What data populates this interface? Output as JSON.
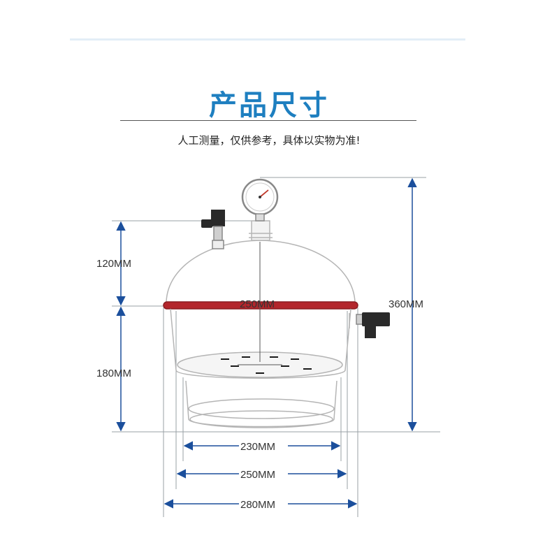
{
  "title": "产品尺寸",
  "subtitle": "人工测量，仅供参考，具体以实物为准!",
  "dimensions": {
    "lid_height": "120MM",
    "body_height": "180MM",
    "total_height": "360MM",
    "inner_diameter": "250MM",
    "base_width": "230MM",
    "middle_width": "250MM",
    "outer_width": "280MM"
  },
  "colors": {
    "title": "#1e7fc0",
    "arrow": "#1b4f9c",
    "rim": "#b3262c"
  }
}
